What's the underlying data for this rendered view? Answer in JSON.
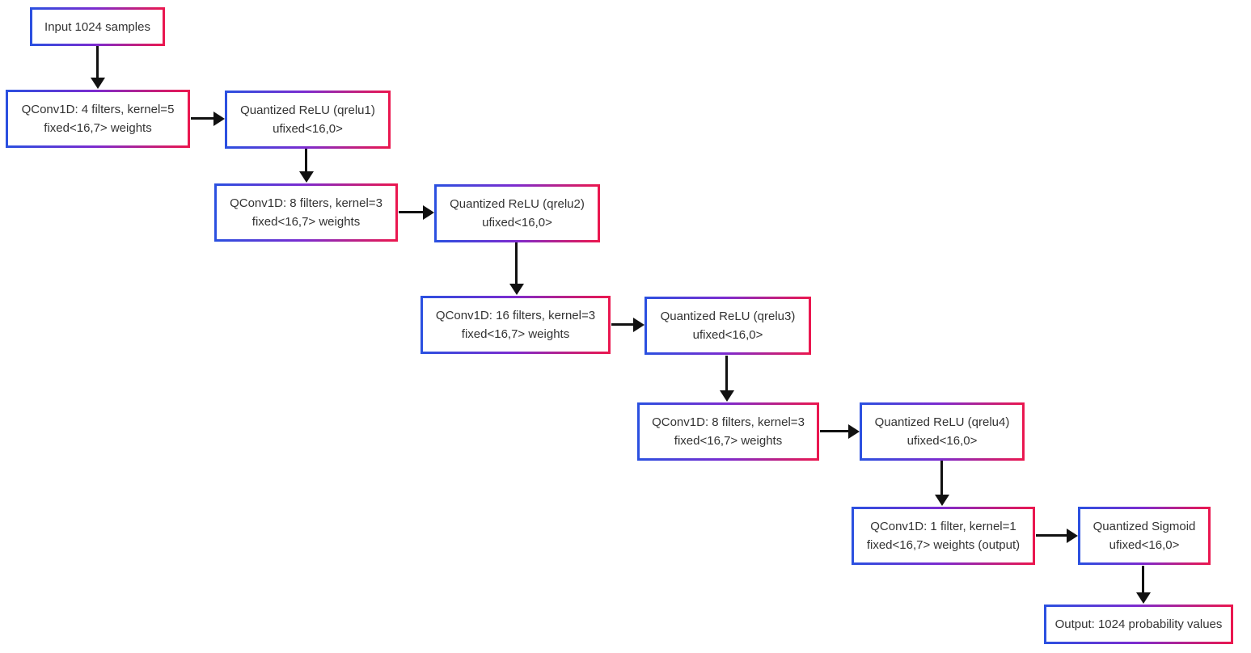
{
  "colors": {
    "page-bg": "#ffffff",
    "node-bg": "#ffffff",
    "gradient-left": "#2b50e0",
    "gradient-mid": "#7b2cd0",
    "gradient-right": "#ea174f",
    "arrow": "#111111",
    "text": "#333333"
  },
  "nodes": [
    {
      "id": "input",
      "lines": [
        "Input 1024 samples"
      ]
    },
    {
      "id": "qconv1",
      "lines": [
        "QConv1D: 4 filters, kernel=5",
        "fixed<16,7> weights"
      ]
    },
    {
      "id": "qrelu1",
      "lines": [
        "Quantized ReLU (qrelu1)",
        "ufixed<16,0>"
      ]
    },
    {
      "id": "qconv2",
      "lines": [
        "QConv1D: 8 filters, kernel=3",
        "fixed<16,7> weights"
      ]
    },
    {
      "id": "qrelu2",
      "lines": [
        "Quantized ReLU (qrelu2)",
        "ufixed<16,0>"
      ]
    },
    {
      "id": "qconv3",
      "lines": [
        "QConv1D: 16 filters, kernel=3",
        "fixed<16,7> weights"
      ]
    },
    {
      "id": "qrelu3",
      "lines": [
        "Quantized ReLU (qrelu3)",
        "ufixed<16,0>"
      ]
    },
    {
      "id": "qconv4",
      "lines": [
        "QConv1D: 8 filters, kernel=3",
        "fixed<16,7> weights"
      ]
    },
    {
      "id": "qrelu4",
      "lines": [
        "Quantized ReLU (qrelu4)",
        "ufixed<16,0>"
      ]
    },
    {
      "id": "qconv5",
      "lines": [
        "QConv1D: 1 filter, kernel=1",
        "fixed<16,7> weights (output)"
      ]
    },
    {
      "id": "qsigmoid",
      "lines": [
        "Quantized Sigmoid",
        "ufixed<16,0>"
      ]
    },
    {
      "id": "output",
      "lines": [
        "Output: 1024 probability values"
      ]
    }
  ],
  "edges": [
    {
      "from": "input",
      "to": "qconv1"
    },
    {
      "from": "qconv1",
      "to": "qrelu1"
    },
    {
      "from": "qrelu1",
      "to": "qconv2"
    },
    {
      "from": "qconv2",
      "to": "qrelu2"
    },
    {
      "from": "qrelu2",
      "to": "qconv3"
    },
    {
      "from": "qconv3",
      "to": "qrelu3"
    },
    {
      "from": "qrelu3",
      "to": "qconv4"
    },
    {
      "from": "qconv4",
      "to": "qrelu4"
    },
    {
      "from": "qrelu4",
      "to": "qconv5"
    },
    {
      "from": "qconv5",
      "to": "qsigmoid"
    },
    {
      "from": "qsigmoid",
      "to": "output"
    }
  ]
}
